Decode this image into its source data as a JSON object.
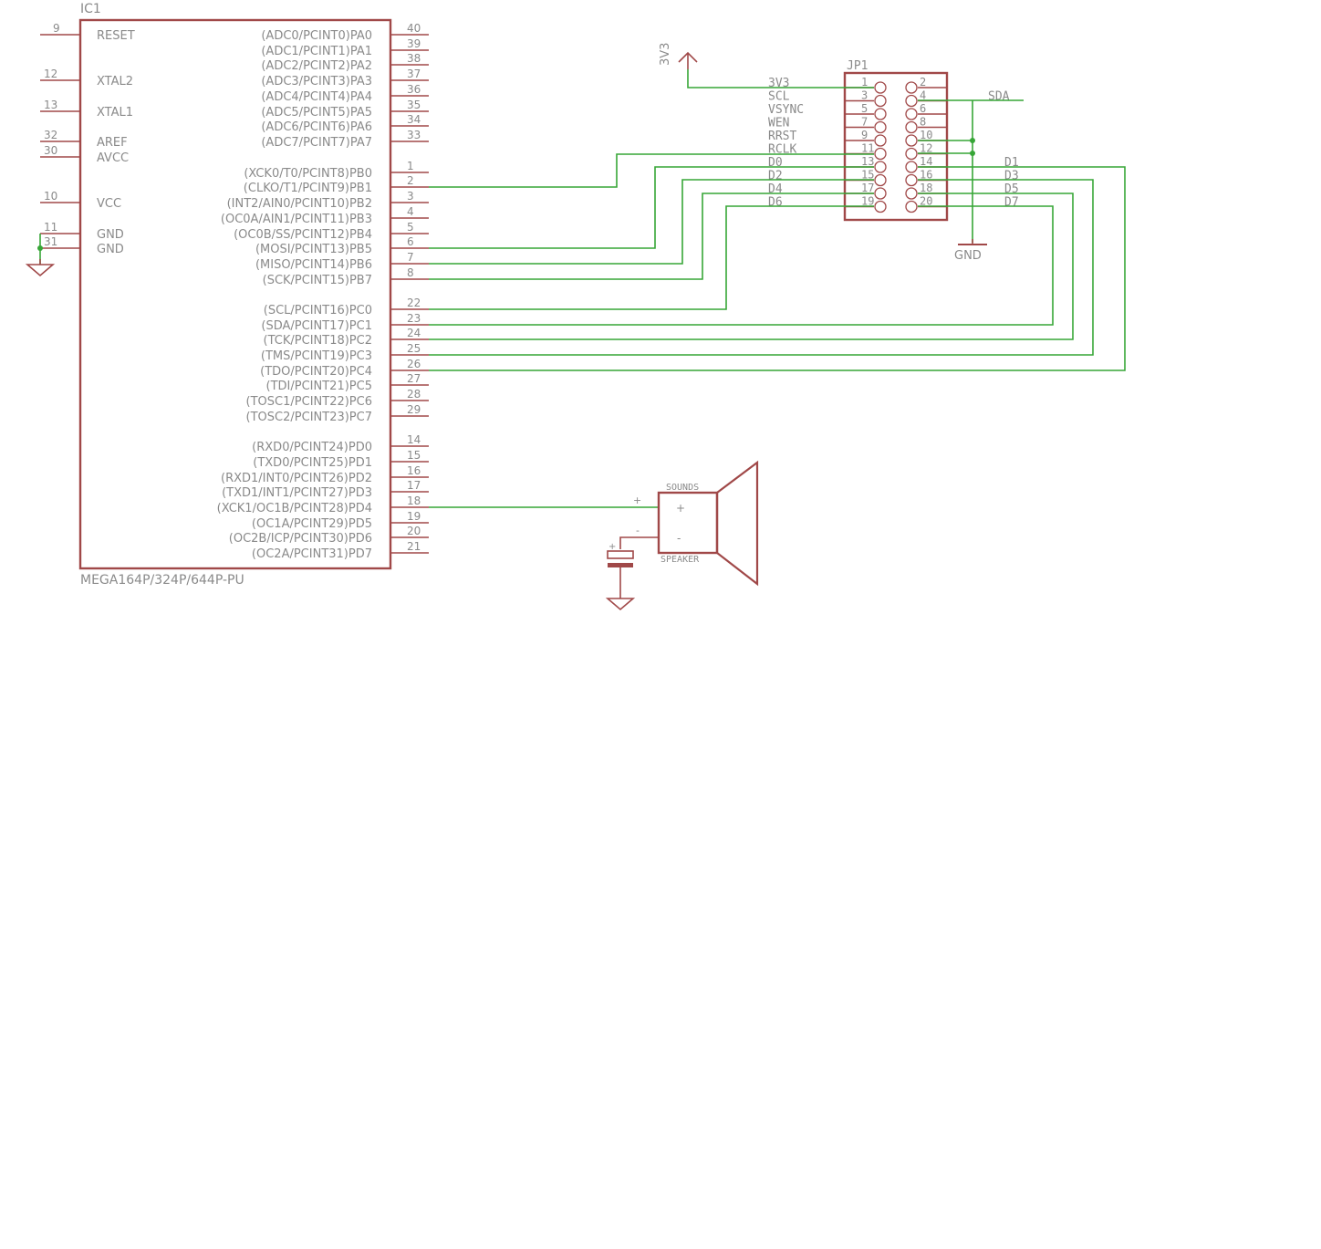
{
  "ic1": {
    "name": "IC1",
    "part": "MEGA164P/324P/644P-PU",
    "left_pins": [
      {
        "num": "9",
        "label": "RESET"
      },
      {
        "num": "12",
        "label": "XTAL2"
      },
      {
        "num": "13",
        "label": "XTAL1"
      },
      {
        "num": "32",
        "label": "AREF"
      },
      {
        "num": "30",
        "label": "AVCC"
      },
      {
        "num": "10",
        "label": "VCC"
      },
      {
        "num": "11",
        "label": "GND"
      },
      {
        "num": "31",
        "label": "GND"
      }
    ],
    "right_pins": [
      {
        "num": "40",
        "label": "(ADC0/PCINT0)PA0"
      },
      {
        "num": "39",
        "label": "(ADC1/PCINT1)PA1"
      },
      {
        "num": "38",
        "label": "(ADC2/PCINT2)PA2"
      },
      {
        "num": "37",
        "label": "(ADC3/PCINT3)PA3"
      },
      {
        "num": "36",
        "label": "(ADC4/PCINT4)PA4"
      },
      {
        "num": "35",
        "label": "(ADC5/PCINT5)PA5"
      },
      {
        "num": "34",
        "label": "(ADC6/PCINT6)PA6"
      },
      {
        "num": "33",
        "label": "(ADC7/PCINT7)PA7"
      },
      {
        "num": "1",
        "label": "(XCK0/T0/PCINT8)PB0"
      },
      {
        "num": "2",
        "label": "(CLKO/T1/PCINT9)PB1"
      },
      {
        "num": "3",
        "label": "(INT2/AIN0/PCINT10)PB2"
      },
      {
        "num": "4",
        "label": "(OC0A/AIN1/PCINT11)PB3"
      },
      {
        "num": "5",
        "label": "(OC0B/SS/PCINT12)PB4"
      },
      {
        "num": "6",
        "label": "(MOSI/PCINT13)PB5"
      },
      {
        "num": "7",
        "label": "(MISO/PCINT14)PB6"
      },
      {
        "num": "8",
        "label": "(SCK/PCINT15)PB7"
      },
      {
        "num": "22",
        "label": "(SCL/PCINT16)PC0"
      },
      {
        "num": "23",
        "label": "(SDA/PCINT17)PC1"
      },
      {
        "num": "24",
        "label": "(TCK/PCINT18)PC2"
      },
      {
        "num": "25",
        "label": "(TMS/PCINT19)PC3"
      },
      {
        "num": "26",
        "label": "(TDO/PCINT20)PC4"
      },
      {
        "num": "27",
        "label": "(TDI/PCINT21)PC5"
      },
      {
        "num": "28",
        "label": "(TOSC1/PCINT22)PC6"
      },
      {
        "num": "29",
        "label": "(TOSC2/PCINT23)PC7"
      },
      {
        "num": "14",
        "label": "(RXD0/PCINT24)PD0"
      },
      {
        "num": "15",
        "label": "(TXD0/PCINT25)PD1"
      },
      {
        "num": "16",
        "label": "(RXD1/INT0/PCINT26)PD2"
      },
      {
        "num": "17",
        "label": "(TXD1/INT1/PCINT27)PD3"
      },
      {
        "num": "18",
        "label": "(XCK1/OC1B/PCINT28)PD4"
      },
      {
        "num": "19",
        "label": "(OC1A/PCINT29)PD5"
      },
      {
        "num": "20",
        "label": "(OC2B/ICP/PCINT30)PD6"
      },
      {
        "num": "21",
        "label": "(OC2A/PCINT31)PD7"
      }
    ]
  },
  "jp1": {
    "name": "JP1",
    "left_labels": [
      "3V3",
      "SCL",
      "VSYNC",
      "WEN",
      "RRST",
      "RCLK",
      "D0",
      "D2",
      "D4",
      "D6"
    ],
    "left_nums": [
      "1",
      "3",
      "5",
      "7",
      "9",
      "11",
      "13",
      "15",
      "17",
      "19"
    ],
    "right_nums": [
      "2",
      "4",
      "6",
      "8",
      "10",
      "12",
      "14",
      "16",
      "18",
      "20"
    ],
    "right_labels": [
      "",
      "SDA",
      "",
      "",
      "",
      "",
      "D1",
      "D3",
      "D5",
      "D7"
    ]
  },
  "supply": {
    "label": "3V3"
  },
  "gnd": {
    "label": "GND"
  },
  "speaker": {
    "top": "SOUNDS",
    "bottom": "SPEAKER",
    "plus": "+",
    "minus": "-"
  }
}
